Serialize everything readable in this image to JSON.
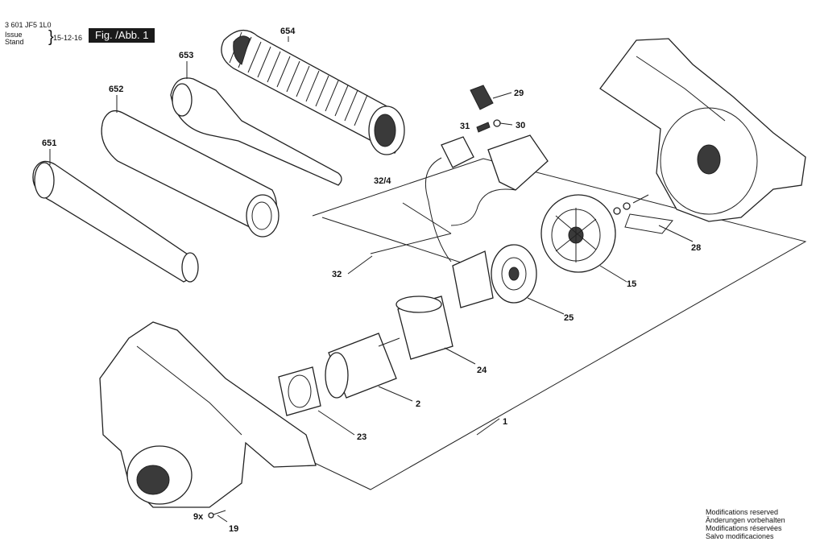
{
  "header": {
    "doc_id": "3 601 JF5 1L0",
    "issue_label": "Issue",
    "stand_label": "Stand",
    "issue_date": "15-12-16",
    "figure_title": "Fig. /Abb. 1"
  },
  "parts": [
    {
      "id": "p654",
      "label": "654"
    },
    {
      "id": "p653",
      "label": "653"
    },
    {
      "id": "p652",
      "label": "652"
    },
    {
      "id": "p651",
      "label": "651"
    },
    {
      "id": "p29",
      "label": "29"
    },
    {
      "id": "p31",
      "label": "31"
    },
    {
      "id": "p30",
      "label": "30"
    },
    {
      "id": "p32_4",
      "label": "32/4"
    },
    {
      "id": "p32",
      "label": "32"
    },
    {
      "id": "p28",
      "label": "28"
    },
    {
      "id": "p15",
      "label": "15"
    },
    {
      "id": "p25",
      "label": "25"
    },
    {
      "id": "p24",
      "label": "24"
    },
    {
      "id": "p2",
      "label": "2"
    },
    {
      "id": "p1",
      "label": "1"
    },
    {
      "id": "p23",
      "label": "23"
    },
    {
      "id": "p9x",
      "label": "9x"
    },
    {
      "id": "p19",
      "label": "19"
    }
  ],
  "notes": [
    "Modifications reserved",
    "Änderungen vorbehalten",
    "Modifications réservées",
    "Salvo modificaciones"
  ]
}
